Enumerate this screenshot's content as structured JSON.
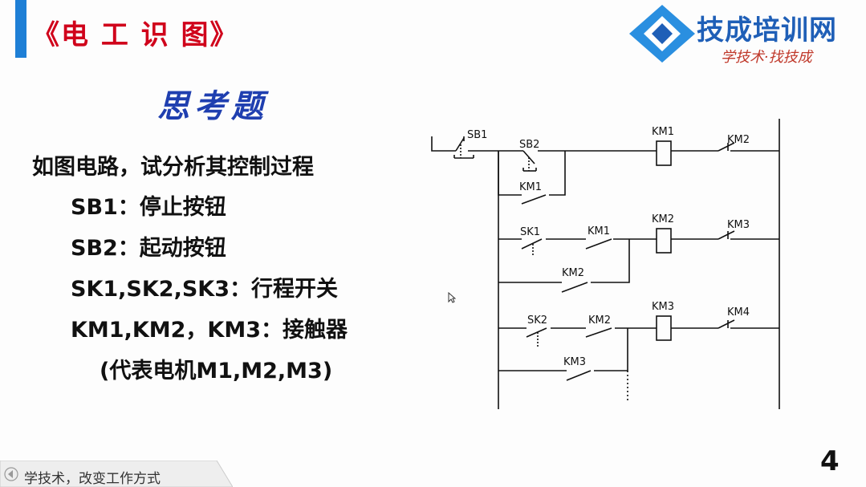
{
  "header": {
    "title": "《电 工 识 图》",
    "brand_name": "技成培训网",
    "brand_slogan": "学技术·找技成",
    "accent_color": "#1e7fd6",
    "title_color": "#d0021b"
  },
  "subtitle": "思考题",
  "content": {
    "lines": [
      "如图电路，试分析其控制过程",
      "SB1：停止按钮",
      "SB2：起动按钮",
      "SK1,SK2,SK3：行程开关",
      "KM1,KM2，KM3：接触器",
      "(代表电机M1,M2,M3)"
    ]
  },
  "diagram": {
    "labels": {
      "sb1": "SB1",
      "sb2": "SB2",
      "km1_hold": "KM1",
      "km1_coil": "KM1",
      "km2_nc1": "KM2",
      "sk1": "SK1",
      "km1_no": "KM1",
      "km2_coil": "KM2",
      "km3_nc": "KM3",
      "km2_hold": "KM2",
      "sk2": "SK2",
      "km2_no": "KM2",
      "km3_coil": "KM3",
      "km4_nc": "KM4",
      "km3_hold": "KM3"
    }
  },
  "page_number": "4",
  "footer": {
    "text": "学技术，改变工作方式"
  }
}
